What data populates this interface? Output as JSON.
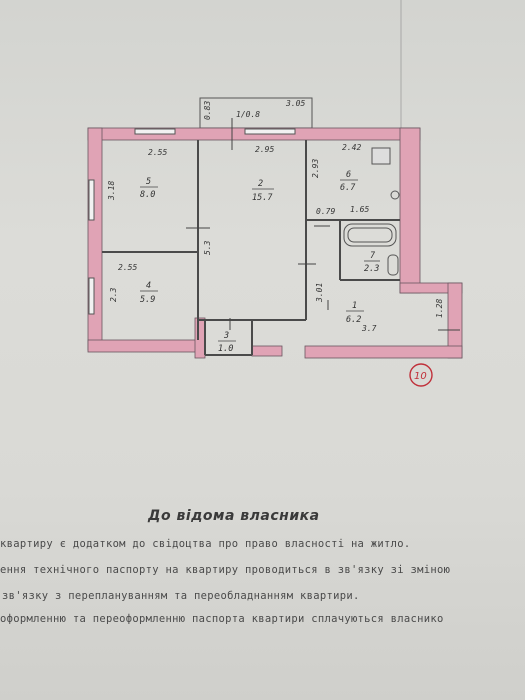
{
  "plan": {
    "dimensions": {
      "balcony_area": "1/0.8",
      "balcony_depth": "0.83",
      "balcony_width": "3.05",
      "r5_width": "2.55",
      "r5_height": "3.18",
      "r2_width": "2.95",
      "r2_height": "5.3",
      "r6_width": "2.42",
      "r6_height": "2.93",
      "r7_a": "0.79",
      "r7_b": "1.65",
      "r4_width": "2.55",
      "r4_height": "2.3",
      "r1_a": "3.01",
      "r1_b": "3.7",
      "r1_c": "1.28"
    },
    "rooms": [
      {
        "no": "5",
        "area": "8.0"
      },
      {
        "no": "2",
        "area": "15.7"
      },
      {
        "no": "6",
        "area": "6.7"
      },
      {
        "no": "7",
        "area": "2.3"
      },
      {
        "no": "4",
        "area": "5.9"
      },
      {
        "no": "1",
        "area": "6.2"
      },
      {
        "no": "3",
        "area": "1.0"
      }
    ],
    "apartment_number": "10"
  },
  "notice": {
    "heading": "До відома власника",
    "lines": [
      "квартиру є додатком до свідоцтва про право власності на житло.",
      "ення технічного паспорту на квартиру проводиться в зв'язку зі зміною",
      "зв'язку з переплануванням та переобладнанням квартири.",
      "оформленню та переоформленню паспорта квартири сплачуються власнико"
    ]
  }
}
